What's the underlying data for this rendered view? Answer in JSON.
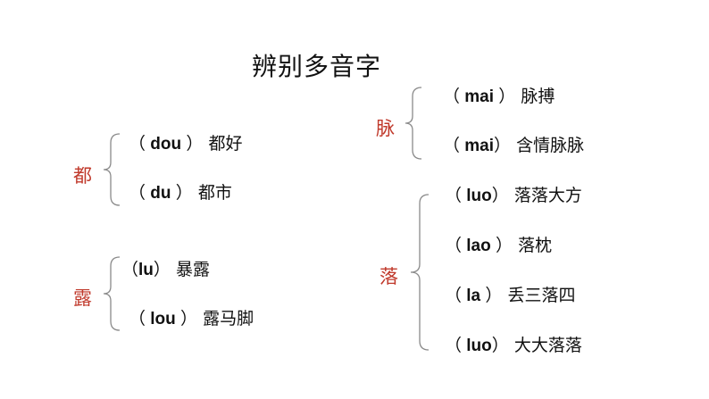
{
  "title": "辨别多音字",
  "groups": [
    {
      "char": "都",
      "entries": [
        {
          "open": "（ ",
          "pinyin": "dou",
          "close": " ）",
          "word": "都好"
        },
        {
          "open": "（ ",
          "pinyin": "du",
          "close": " ）",
          "word": "都市"
        }
      ]
    },
    {
      "char": "露",
      "entries": [
        {
          "open": "（",
          "pinyin": "lu",
          "close": "）",
          "word": "暴露"
        },
        {
          "open": "（ ",
          "pinyin": "lou",
          "close": "  ）",
          "word": "露马脚"
        }
      ]
    },
    {
      "char": "脉",
      "entries": [
        {
          "open": "（ ",
          "pinyin": "mai",
          "close": " ）",
          "word": "脉搏"
        },
        {
          "open": "（ ",
          "pinyin": "mai",
          "close": "）",
          "word": "含情脉脉"
        }
      ]
    },
    {
      "char": "落",
      "entries": [
        {
          "open": "（ ",
          "pinyin": "luo",
          "close": "）",
          "word": "落落大方"
        },
        {
          "open": "（ ",
          "pinyin": "lao",
          "close": " ）",
          "word": "落枕"
        },
        {
          "open": "（ ",
          "pinyin": "la",
          "close": " ）",
          "word": "丢三落四"
        },
        {
          "open": "（ ",
          "pinyin": "luo",
          "close": "）",
          "word": "大大落落"
        }
      ]
    }
  ],
  "colors": {
    "accent": "#c0392b",
    "brace": "#8a8a8a",
    "text": "#111111"
  }
}
